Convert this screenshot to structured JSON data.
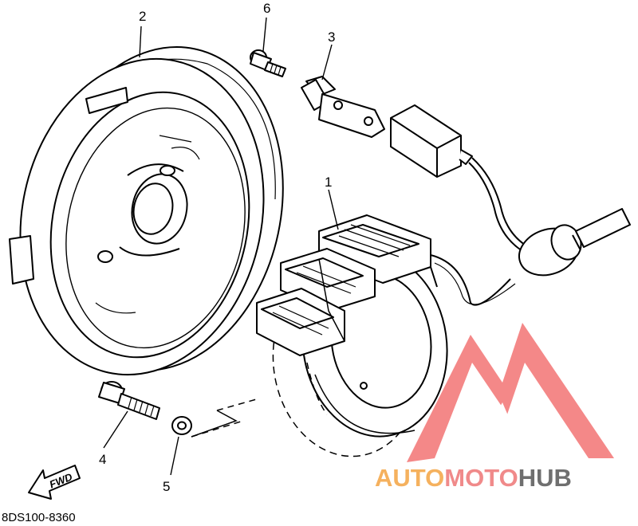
{
  "callouts": [
    {
      "id": "1",
      "label": "1"
    },
    {
      "id": "2",
      "label": "2"
    },
    {
      "id": "3",
      "label": "3"
    },
    {
      "id": "4",
      "label": "4"
    },
    {
      "id": "5",
      "label": "5"
    },
    {
      "id": "6",
      "label": "6"
    }
  ],
  "direction_label": "FWD",
  "part_code": "8DS100-8360",
  "watermark": {
    "segments": [
      "AUTO",
      "MOTO",
      "HUB"
    ],
    "colors": {
      "auto": "#f5b15e",
      "moto": "#f08a8a",
      "hub": "#6f6f6f",
      "logo": "#f26b6b"
    }
  },
  "line_color": "#000000"
}
